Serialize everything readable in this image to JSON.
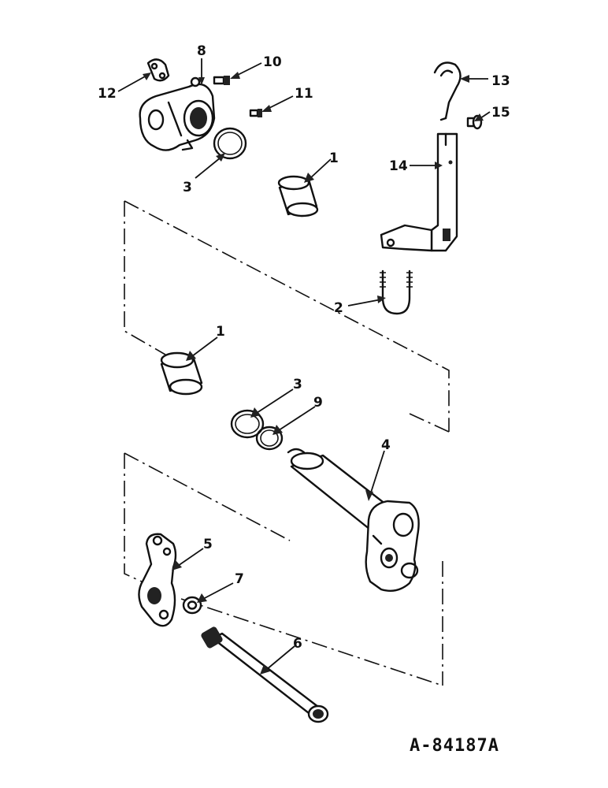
{
  "callouts": {
    "c1_top": "1",
    "c1_mid": "1",
    "c2": "2",
    "c3_top": "3",
    "c3_mid": "3",
    "c4": "4",
    "c5": "5",
    "c6": "6",
    "c7": "7",
    "c8": "8",
    "c9": "9",
    "c10": "10",
    "c11": "11",
    "c12": "12",
    "c13": "13",
    "c14": "14",
    "c15": "15"
  },
  "drawing_number": "A-84187A"
}
